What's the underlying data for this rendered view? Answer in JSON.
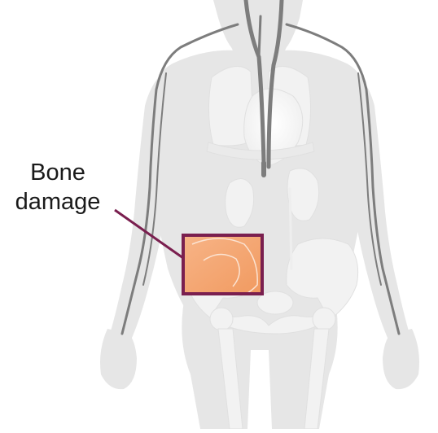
{
  "callout": {
    "line1": "Bone",
    "line2": "damage"
  },
  "colors": {
    "body_silhouette": "#e6e6e6",
    "organ_fill": "#f2f2f2",
    "vessel": "#7d7d7d",
    "highlight_fill": "#f5a36a",
    "callout_frame": "#7a1f4f",
    "label_text": "#1a1a1a"
  },
  "icons": {
    "figure": "human-anatomy-silhouette",
    "highlight": "pelvic-bone-highlight"
  }
}
